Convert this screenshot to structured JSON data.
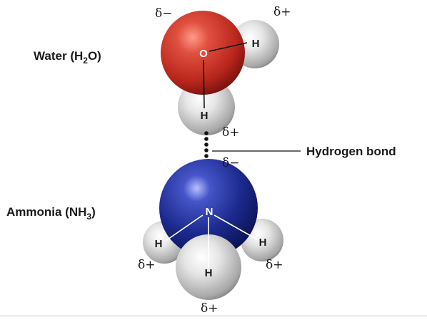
{
  "labels": {
    "water_prefix": "Water (H",
    "water_sub": "2",
    "water_suffix": "O)",
    "ammonia_prefix": "Ammonia (NH",
    "ammonia_sub": "3",
    "ammonia_suffix": ")",
    "hydrogen_bond": "Hydrogen bond"
  },
  "atoms": {
    "oxygen": "O",
    "nitrogen": "N",
    "hydrogen": "H"
  },
  "charges": {
    "partial_negative": "δ−",
    "partial_positive": "δ+"
  },
  "colors": {
    "oxygen": "#c0392b",
    "nitrogen": "#1a237e",
    "hydrogen": "#d0d0d0",
    "bond_line": "#111111"
  }
}
